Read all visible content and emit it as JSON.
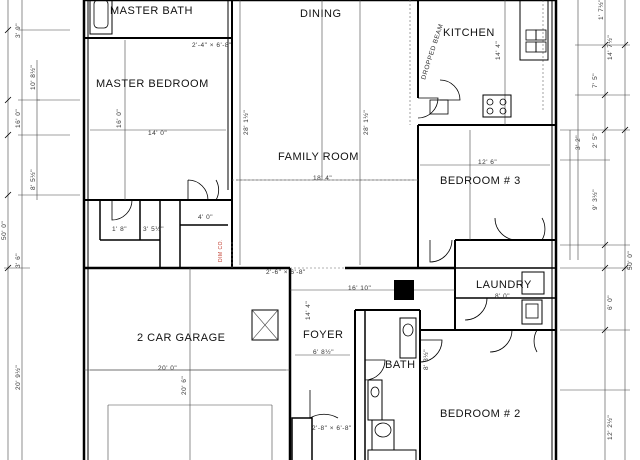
{
  "rooms": {
    "master_bath": "MASTER BATH",
    "dining": "DINING",
    "kitchen": "KITCHEN",
    "master_bedroom": "MASTER BEDROOM",
    "family_room": "FAMILY ROOM",
    "bedroom3": "BEDROOM # 3",
    "laundry": "LAUNDRY",
    "garage": "2 CAR GARAGE",
    "foyer": "FOYER",
    "bath": "BATH",
    "bedroom2": "BEDROOM # 2"
  },
  "notes": {
    "dropped_beam": "DROPPED BEAM",
    "dimo": "DIM CO."
  },
  "dims": {
    "mb_width": "14' 0\"",
    "mb_depth": "16' 0\"",
    "fam_width": "18' 4\"",
    "dining_depth": "28' 1½\"",
    "dining_depth_r": "28' 1½\"",
    "kitchen_width": "14' 4\"",
    "bed3_width": "12' 6\"",
    "closet": "4' 0\"",
    "hall": "16' 10\"",
    "laundry_w": "8' 0\"",
    "foyer_w": "14' 4\"",
    "foyer_d": "6' 8½\"",
    "garage_w": "20' 0\"",
    "garage_d": "20' 6\"",
    "bed2_w": "8' 3½\"",
    "left_total": "50' 0\"",
    "right_total": "50' 0\"",
    "left_garage": "20' 9½\"",
    "right_t1": "1' 7½\"",
    "right_t2": "14' 7½\"",
    "right_t3": "7' 5\"",
    "right_t4": "9' 3½\"",
    "right_t5": "6' 0\"",
    "right_t6": "12' 2½\"",
    "right_t7": "3' 2\"",
    "right_t8": "2' 5\"",
    "left_l1": "3' 9\"",
    "left_l2": "16' 0\"",
    "left_l3": "10' 8½\"",
    "left_l4": "8' 5½\"",
    "left_l5": "3' 6\"",
    "door_1": "2'-4\" × 6'-8\"",
    "door_2": "2'-6\" × 6'-8\"",
    "door_3": "2'-8\" × 6'-8\"",
    "closet_dim": "1' 8\"",
    "closet_dim2": "3' 5½\""
  }
}
